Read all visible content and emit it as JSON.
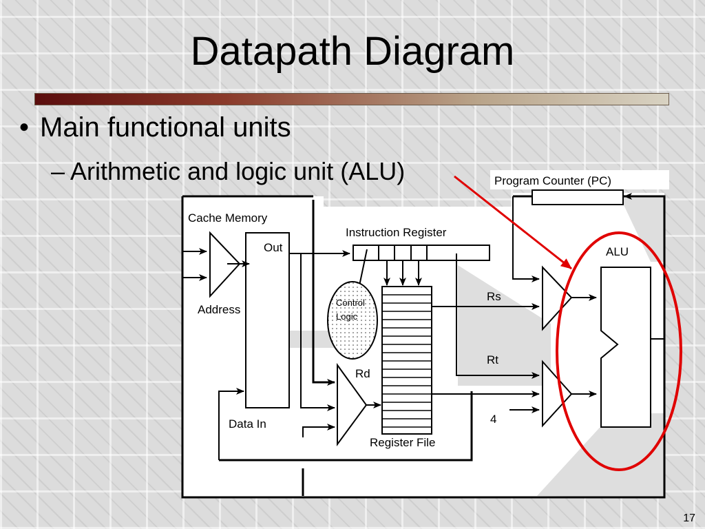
{
  "slide": {
    "title": "Datapath Diagram",
    "bullet_main": "Main functional units",
    "bullet_sub": "– Arithmetic and logic unit (ALU)",
    "page_number": "17"
  },
  "diagram": {
    "pc_label": "Program Counter (PC)",
    "cache_label": "Cache Memory",
    "out_label": "Out",
    "ir_label": "Instruction Register",
    "alu_label": "ALU",
    "control_line1": "Control",
    "control_line2": "Logic",
    "address_label": "Address",
    "rs_label": "Rs",
    "rt_label": "Rt",
    "rd_label": "Rd",
    "four_label": "4",
    "datain_label": "Data In",
    "regfile_label": "Register File"
  },
  "colors": {
    "highlight": "#e00000",
    "title_bar": "#5a0d0d"
  }
}
